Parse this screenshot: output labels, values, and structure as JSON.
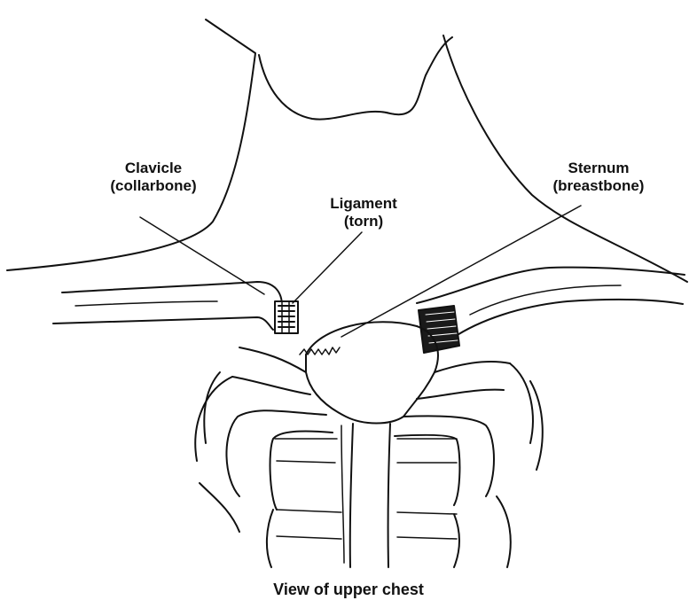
{
  "labels": {
    "clavicle": {
      "line1": "Clavicle",
      "line2": "(collarbone)"
    },
    "ligament": {
      "line1": "Ligament",
      "line2": "(torn)"
    },
    "sternum": {
      "line1": "Sternum",
      "line2": "(breastbone)"
    }
  },
  "caption": "View of upper chest",
  "colors": {
    "ink": "#111111",
    "background": "#ffffff"
  }
}
